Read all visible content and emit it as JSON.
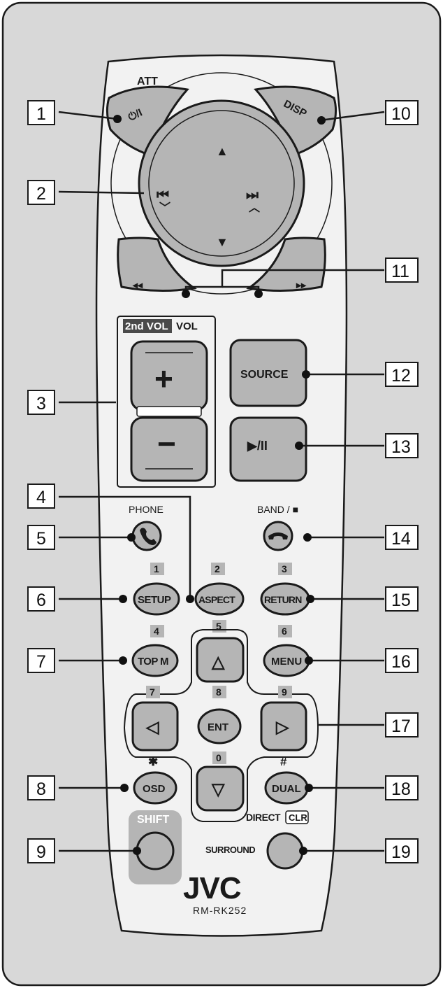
{
  "colors": {
    "outer": "#d8d8d8",
    "body": "#f2f2f2",
    "button": "#b5b5b5",
    "dark_tag": "#4a4a4a",
    "ink": "#1a1a1a"
  },
  "remote": {
    "brand": "JVC",
    "model": "RM-RK252"
  },
  "labels": {
    "att": "ATT",
    "power": "⏻/I",
    "disp": "DISP",
    "up_arrow": "▲",
    "down_arrow": "▼",
    "prev": "⏮",
    "next": "⏭",
    "prev_sub": "﹀",
    "next_sub": "︿",
    "rew": "◂◂",
    "ff": "▸▸",
    "second_vol": "2nd VOL",
    "vol": "VOL",
    "plus": "+",
    "minus": "−",
    "source": "SOURCE",
    "play_pause": "▶/II",
    "phone": "PHONE",
    "band": "BAND / ■",
    "setup": "SETUP",
    "aspect": "ASPECT",
    "return": "RETURN",
    "top_menu": "TOP M",
    "menu": "MENU",
    "ent": "ENT",
    "osd": "OSD",
    "dual": "DUAL",
    "shift": "SHIFT",
    "direct": "DIRECT",
    "clr": "CLR",
    "surround": "SURROUND",
    "tri_up": "△",
    "tri_down": "▽",
    "tri_left": "◁",
    "tri_right": "▷",
    "phone_icon": "phone-pickup-icon",
    "hangup_icon": "phone-hangup-icon"
  },
  "keypad": {
    "d1": "1",
    "d2": "2",
    "d3": "3",
    "d4": "4",
    "d5": "5",
    "d6": "6",
    "d7": "7",
    "d8": "8",
    "d9": "9",
    "star": "✱",
    "d0": "0",
    "hash": "#"
  },
  "callouts": {
    "c1": "1",
    "c2": "2",
    "c3": "3",
    "c4": "4",
    "c5": "5",
    "c6": "6",
    "c7": "7",
    "c8": "8",
    "c9": "9",
    "c10": "10",
    "c11": "11",
    "c12": "12",
    "c13": "13",
    "c14": "14",
    "c15": "15",
    "c16": "16",
    "c17": "17",
    "c18": "18",
    "c19": "19"
  }
}
